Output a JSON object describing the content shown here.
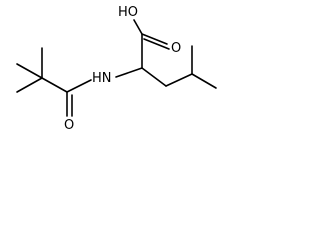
{
  "structure": {
    "atom_labels": {
      "hydroxyl": "HO",
      "carboxyl_oxygen": "O",
      "amide_nitrogen": "HN",
      "amide_oxygen": "O"
    },
    "ink_color": "#000000",
    "background_color": "#ffffff"
  }
}
